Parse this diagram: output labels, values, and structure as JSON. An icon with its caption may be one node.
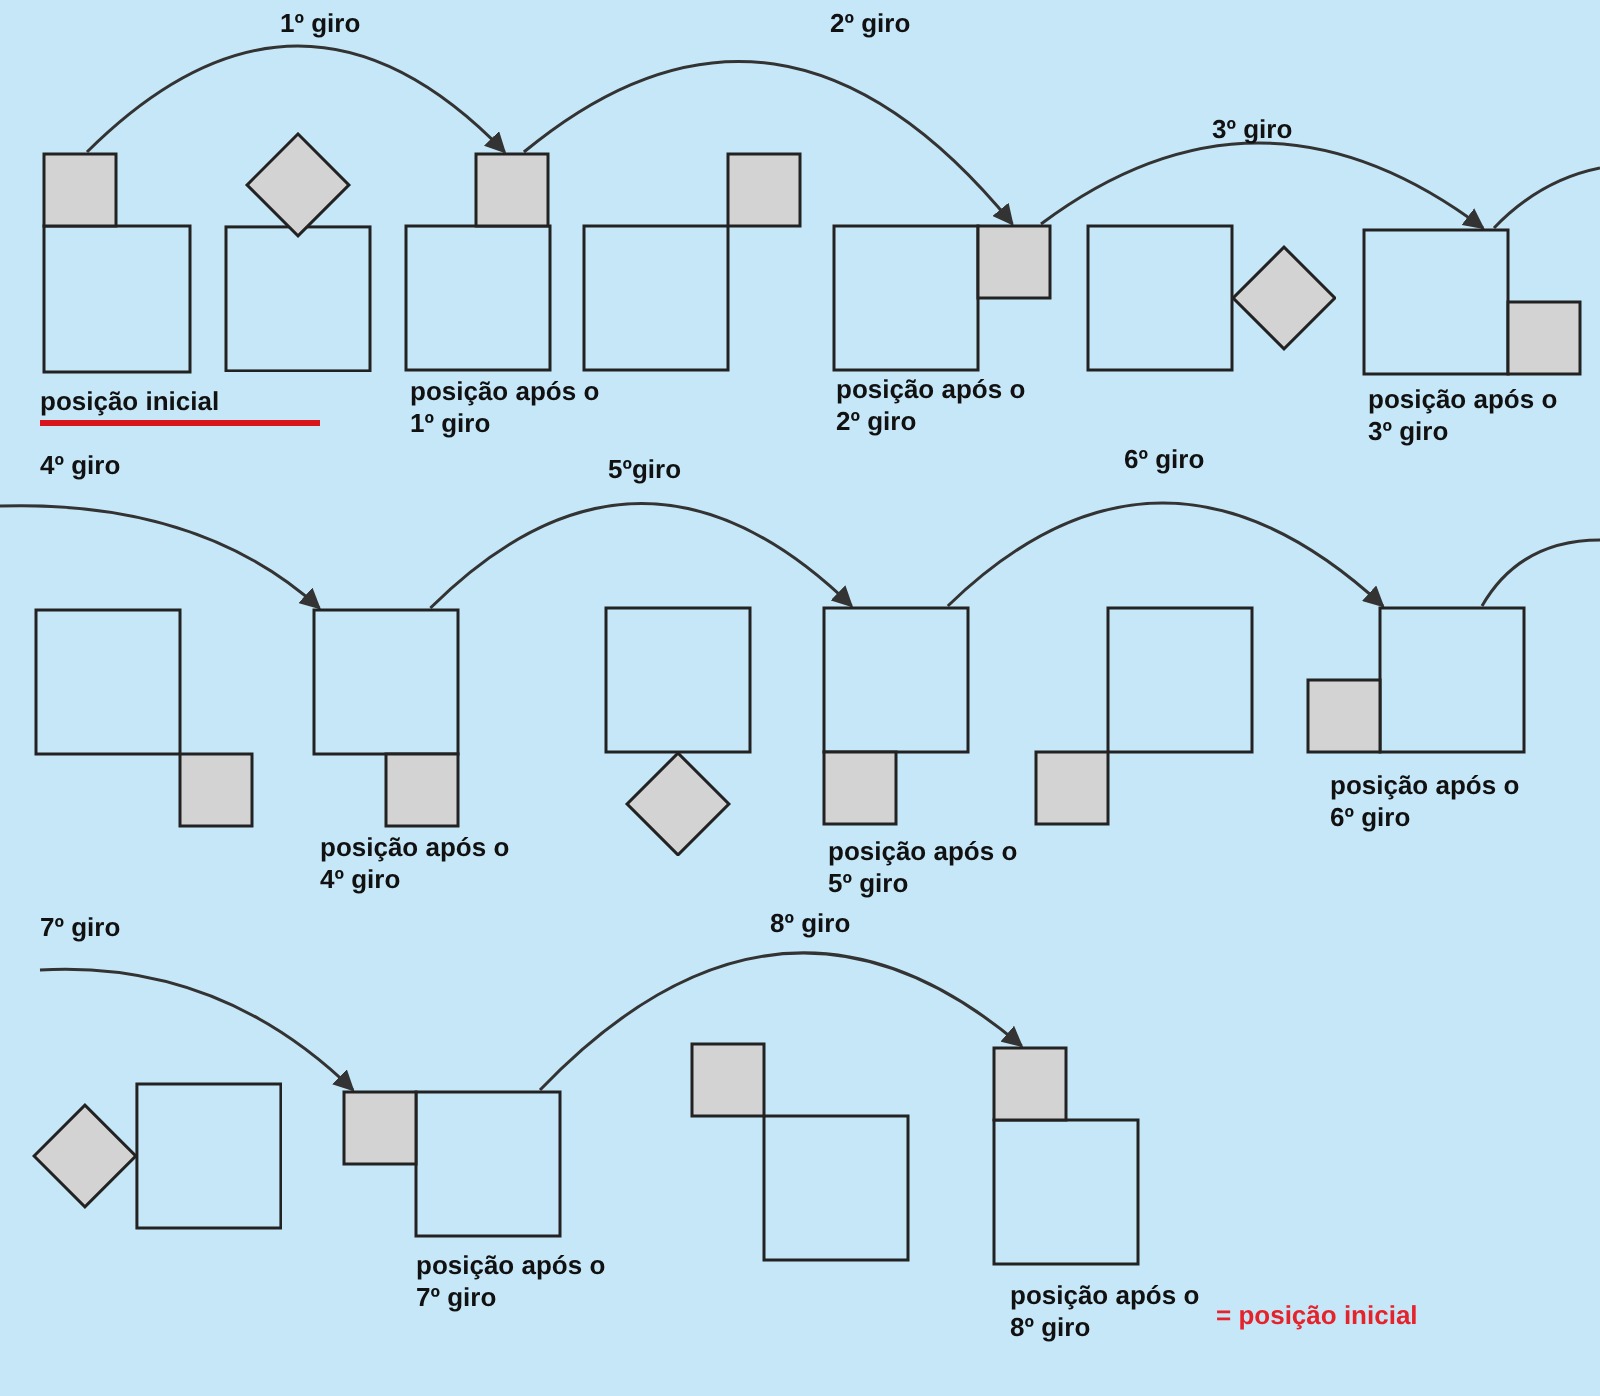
{
  "diagram": {
    "nodes": [
      {
        "text": [],
        "shape": "box",
        "beside": [
          "posição inicial"
        ]
      },
      {
        "text": [],
        "shape": "box"
      },
      {
        "text": [],
        "shape": "box",
        "beside": [
          "posição após o 1º giro"
        ]
      },
      {
        "text": [],
        "shape": "box"
      },
      {
        "text": [],
        "shape": "box",
        "beside": [
          "posição após o 2º giro"
        ]
      },
      {
        "text": [],
        "shape": "box"
      },
      {
        "text": [],
        "shape": "box",
        "beside": [
          "posição após o 3º giro"
        ]
      },
      {
        "text": [],
        "shape": "box"
      },
      {
        "text": [],
        "shape": "box",
        "beside": [
          "posição após o 4º giro"
        ]
      },
      {
        "text": [],
        "shape": "box"
      },
      {
        "text": [],
        "shape": "box",
        "beside": [
          "posição após o 5º giro"
        ]
      },
      {
        "text": [],
        "shape": "box"
      },
      {
        "text": [],
        "shape": "box",
        "beside": [
          "posição após o 6º giro"
        ]
      },
      {
        "text": [],
        "shape": "box"
      },
      {
        "text": [],
        "shape": "box",
        "beside": [
          "posição após o 7º giro"
        ]
      },
      {
        "text": [],
        "shape": "box"
      },
      {
        "text": [],
        "shape": "box",
        "beside": [
          "posição após o 8º giro",
          "= posição inicial"
        ]
      }
    ],
    "edges": [
      {
        "from": 0,
        "to": 2,
        "arrow": "to",
        "label": "1º giro"
      },
      {
        "from": 2,
        "to": 4,
        "arrow": "to",
        "label": "2º giro"
      },
      {
        "from": 4,
        "to": 6,
        "arrow": "to",
        "label": "3º giro"
      },
      {
        "from": 6,
        "to": null,
        "arrow": "none"
      },
      {
        "from": null,
        "to": 8,
        "arrow": "to",
        "label": "4º giro"
      },
      {
        "from": 8,
        "to": 10,
        "arrow": "to",
        "label": "5ºgiro"
      },
      {
        "from": 10,
        "to": 12,
        "arrow": "to",
        "label": "6º giro"
      },
      {
        "from": 12,
        "to": null,
        "arrow": "none"
      },
      {
        "from": null,
        "to": 14,
        "arrow": "to",
        "label": "7º giro"
      },
      {
        "from": 14,
        "to": 16,
        "arrow": "to",
        "label": "8º giro"
      }
    ]
  }
}
